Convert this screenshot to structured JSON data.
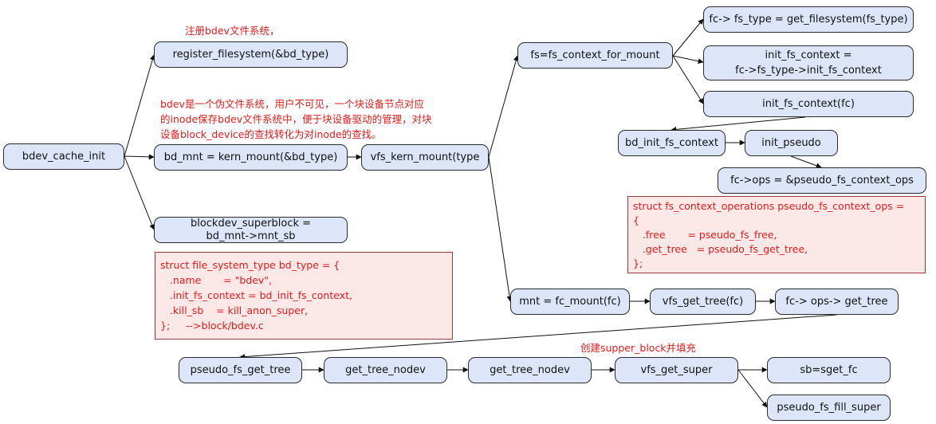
{
  "nodes": {
    "bdev_cache_init": "bdev_cache_init",
    "register_filesystem": "register_filesystem(&bd_type)",
    "bd_mnt_kern_mount": "bd_mnt = kern_mount(&bd_type)",
    "vfs_kern_mount": "vfs_kern_mount(type",
    "blockdev_superblock_l1": "blockdev_superblock =",
    "blockdev_superblock_l2": "bd_mnt->mnt_sb",
    "fs_context_for_mount": "fs=fs_context_for_mount",
    "get_filesystem": "fc-> fs_type = get_filesystem(fs_type)",
    "init_fs_context_assign_l1": "init_fs_context =",
    "init_fs_context_assign_l2": "fc->fs_type->init_fs_context",
    "init_fs_context_call": "init_fs_context(fc)",
    "bd_init_fs_context": "bd_init_fs_context",
    "init_pseudo": "init_pseudo",
    "fc_ops_assign": "fc->ops = &pseudo_fs_context_ops",
    "fc_mount": "mnt = fc_mount(fc)",
    "vfs_get_tree": "vfs_get_tree(fc)",
    "fc_ops_get_tree": "fc-> ops-> get_tree",
    "pseudo_fs_get_tree": "pseudo_fs_get_tree",
    "get_tree_nodev_1": "get_tree_nodev",
    "get_tree_nodev_2": "get_tree_nodev",
    "vfs_get_super": "vfs_get_super",
    "sget_fc": "sb=sget_fc",
    "pseudo_fs_fill_super": "pseudo_fs_fill_super"
  },
  "labels": {
    "register_note": "注册bdev文件系统，",
    "bdev_note_l1": "bdev是一个伪文件系统，用户不可见，一个块设备节点对应",
    "bdev_note_l2": "的inode保存bdev文件系统中，便于块设备驱动的管理，对块",
    "bdev_note_l3": "设备block_device的查找转化为对inode的查找。",
    "create_super_note": "创建supper_block并填充"
  },
  "notes": {
    "bd_type_struct": "struct file_system_type bd_type = {\n   .name       = \"bdev\",\n   .init_fs_context = bd_init_fs_context,\n   .kill_sb    = kill_anon_super,\n};     -->block/bdev.c",
    "pseudo_ops_struct": "struct fs_context_operations pseudo_fs_context_ops =\n{\n   .free       = pseudo_fs_free,\n   .get_tree   = pseudo_fs_get_tree,\n};"
  },
  "colors": {
    "node_fill": "#dce6f8",
    "node_border": "#2b2b2b",
    "note_fill": "#fde8e8",
    "note_text": "#e41b1b",
    "edge": "#111111"
  }
}
